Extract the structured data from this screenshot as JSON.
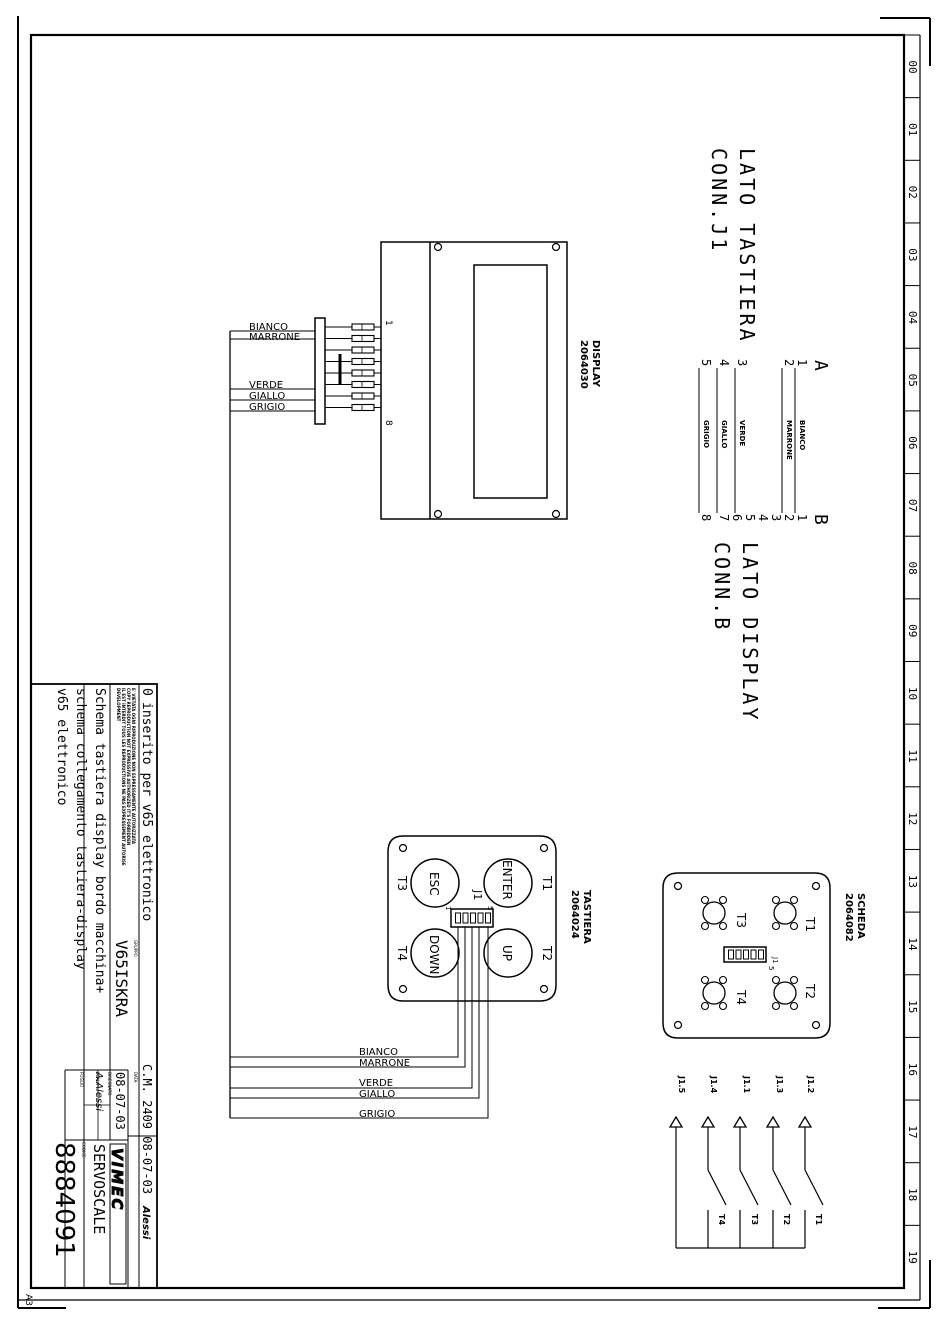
{
  "grid": {
    "columns": [
      "00",
      "01",
      "02",
      "03",
      "04",
      "05",
      "06",
      "07",
      "08",
      "09",
      "10",
      "11",
      "12",
      "13",
      "14",
      "15",
      "16",
      "17",
      "18",
      "19"
    ],
    "sheet_size": "A3"
  },
  "connector_table": {
    "title_a": "LATO TASTIERA",
    "conn_a": "CONN.J1",
    "title_b": "LATO DISPLAY",
    "conn_b": "CONN.B",
    "col_a": "A",
    "col_b": "B",
    "rows": [
      {
        "a": "1",
        "b": "1",
        "color": "BIANCO"
      },
      {
        "a": "2",
        "b": "2",
        "color": "MARRONE"
      },
      {
        "a": "3",
        "b": "6",
        "color": "VERDE"
      },
      {
        "a": "4",
        "b": "7",
        "color": "GIALLO"
      },
      {
        "a": "5",
        "b": "8",
        "color": "GRIGIO"
      }
    ],
    "unused_b": [
      "3",
      "4",
      "5"
    ]
  },
  "display": {
    "name": "DISPLAY",
    "code": "2064030",
    "pin_first": "1",
    "pin_last": "8",
    "wires": [
      "BIANCO",
      "MARRONE",
      "VERDE",
      "GIALLO",
      "GRIGIO"
    ]
  },
  "tastiera": {
    "name": "TASTIERA",
    "code": "2064024",
    "connector": "J1",
    "pin_first": "1",
    "pin_last": "5",
    "keys": [
      {
        "id": "T1",
        "label": "ENTER"
      },
      {
        "id": "T2",
        "label": "UP"
      },
      {
        "id": "T3",
        "label": "ESC"
      },
      {
        "id": "T4",
        "label": "DOWN"
      }
    ],
    "wires": [
      "BIANCO",
      "MARRONE",
      "VERDE",
      "GIALLO",
      "GRIGIO"
    ]
  },
  "scheda": {
    "name": "SCHEDA",
    "code": "2064082",
    "connector": "J1",
    "pin_first": "1",
    "pin_last": "5",
    "switches": [
      "T1",
      "T2",
      "T3",
      "T4"
    ],
    "pins": [
      "J1.2",
      "J1.3",
      "J1.1",
      "J1.4",
      "J1.5"
    ],
    "switch_labels": [
      "T1",
      "T2",
      "T3",
      "T4"
    ]
  },
  "title_block": {
    "revision_no": "0",
    "revision_text": "inserito per v65 elettronico",
    "revision_ref": "C.M. 2409 08-07-03",
    "revision_sign": "Alessi",
    "notice_1": "E' VIETATA OGNI RIPRODUZIONE NON ESPRESSAMENTE AUTORIZZATA",
    "notice_2": "COPY REPRODUCTION NOT EXPRESSIVE AUTHORIZED IT'S FORBIDDEN",
    "notice_3": "IL EST INTERDIT TOUS LES REPRODUCTIONS NE PAS EXPRESSEMENT AUTORISE",
    "notice_4": "DEVELOPMENT",
    "gruppo_label": "GRUPPO",
    "gruppo": "V65ISKRA",
    "data_label": "DATA",
    "data": "08-07-03",
    "disegnato_label": "DISEGNATO",
    "disegnato": "A.Alessi",
    "scala_label": "SCALA",
    "foglio_label": "FOGLIO",
    "codice_label": "CODICE",
    "codice": "8884091",
    "title_1": "Schema tastiera display bordo macchina+",
    "title_2": "schema collegamento tastiera-display",
    "title_3": "v65 elettronico",
    "logo": "VIMEC",
    "company": "SERVOSCALE"
  }
}
